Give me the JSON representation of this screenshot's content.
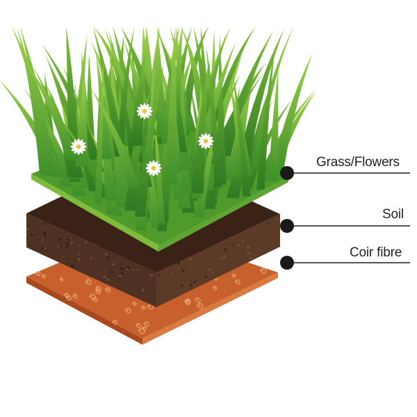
{
  "diagram": {
    "layers": [
      {
        "id": "grass",
        "label": "Grass/Flowers"
      },
      {
        "id": "soil",
        "label": "Soil"
      },
      {
        "id": "coir",
        "label": "Coir fibre"
      }
    ]
  },
  "colors": {
    "grass_light": "#8cc63f",
    "grass_dark": "#3f8f2a",
    "grass_side": "#5ea534",
    "soil_top": "#3b2216",
    "soil_front": "#4e3122",
    "soil_side": "#5b3a28",
    "coir_top": "#c8602d",
    "coir_side": "#d97a41",
    "coir_swirl": "#f0b37c",
    "flower_petal": "#ffffff",
    "flower_center": "#e8c533",
    "callout": "#1a1a1a"
  }
}
